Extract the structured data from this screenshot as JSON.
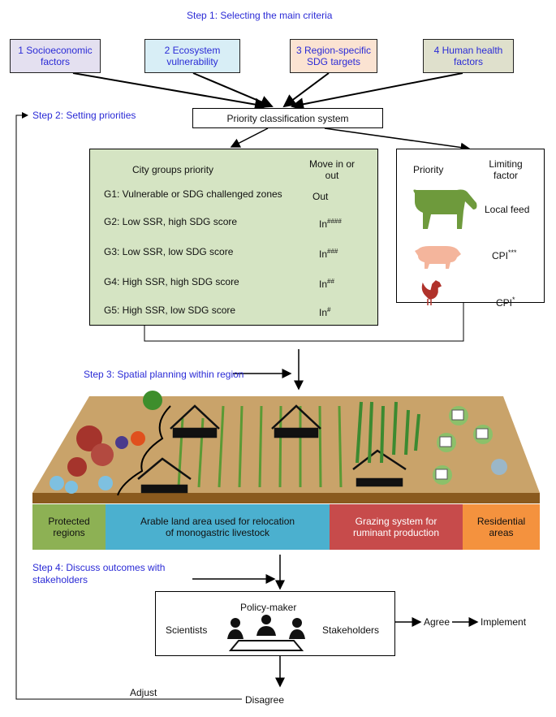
{
  "step1": "Step 1: Selecting the main criteria",
  "criteria": [
    {
      "label": "1 Socioeconomic factors",
      "color": "#e4e0f0"
    },
    {
      "label": "2 Ecosystem vulnerability",
      "color": "#d8eef6"
    },
    {
      "label": "3 Region-specific SDG targets",
      "color": "#fbe3d2"
    },
    {
      "label": "4 Human health factors",
      "color": "#dfe0cc"
    }
  ],
  "step2": "Step 2: Setting priorities",
  "priority_system": "Priority classification system",
  "city_groups": {
    "header_left": "City groups priority",
    "header_right": "Move in or out",
    "rows": [
      {
        "group": "G1: Vulnerable or SDG challenged zones",
        "move": "Out",
        "sup": ""
      },
      {
        "group": "G2: Low SSR, high SDG score",
        "move": "In",
        "sup": "####"
      },
      {
        "group": "G3: Low SSR, low SDG score",
        "move": "In",
        "sup": "###"
      },
      {
        "group": "G4: High SSR, high SDG score",
        "move": "In",
        "sup": "##"
      },
      {
        "group": "G5: High SSR, low SDG score",
        "move": "In",
        "sup": "#"
      }
    ],
    "bg": "#d5e4c3"
  },
  "limiting": {
    "header_left": "Priority",
    "header_right": "Limiting factor",
    "rows": [
      {
        "animal": "cow-icon",
        "factor": "Local feed",
        "color": "#6e9a3c"
      },
      {
        "animal": "pig-icon",
        "factor": "CPI",
        "sup": "***",
        "color": "#f4b59c"
      },
      {
        "animal": "rooster-icon",
        "factor": "CPI",
        "sup": "*",
        "color": "#b0322b"
      }
    ]
  },
  "step3": "Step 3: Spatial planning within region",
  "bands": [
    {
      "label": "Protected regions",
      "color": "#8db154"
    },
    {
      "label": "Arable land area used for relocation of monogastric livestock",
      "color": "#4bb0cf"
    },
    {
      "label": "Grazing system for ruminant production",
      "color": "#c74b4b"
    },
    {
      "label": "Residential areas",
      "color": "#f4923e"
    }
  ],
  "step4": "Step 4: Discuss outcomes with stakeholders",
  "meeting": {
    "policy_maker": "Policy-maker",
    "scientists": "Scientists",
    "stakeholders": "Stakeholders"
  },
  "agree": "Agree",
  "implement": "Implement",
  "adjust": "Adjust",
  "disagree": "Disagree"
}
